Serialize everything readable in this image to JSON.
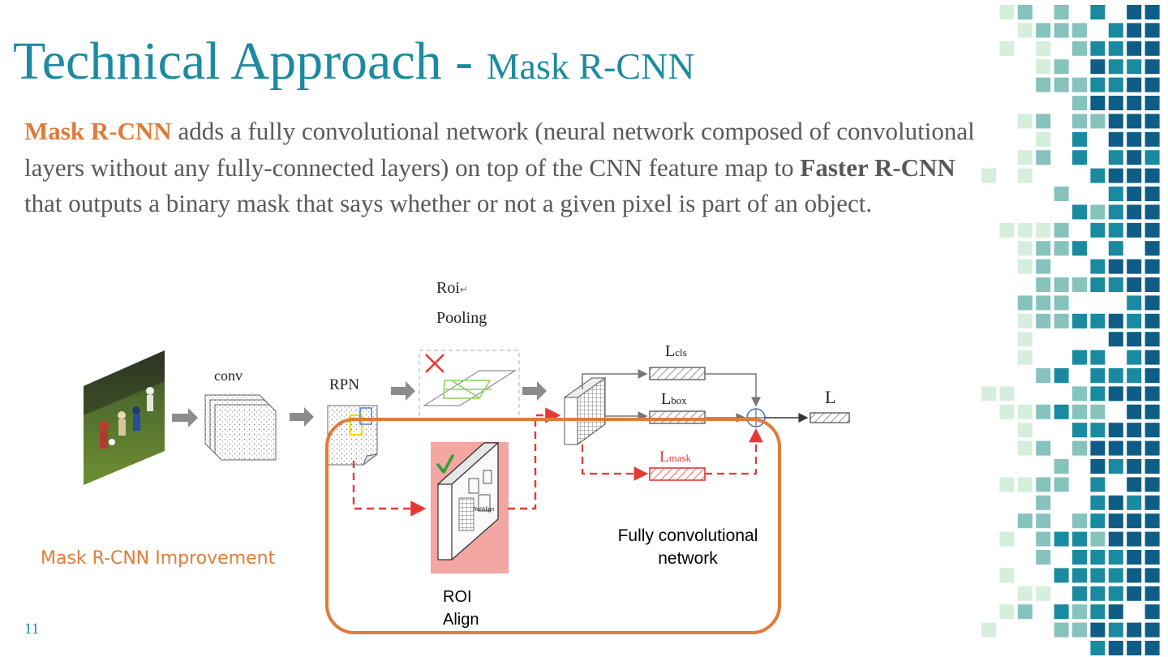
{
  "title": {
    "main": "Technical Approach - ",
    "sub": "Mask R-CNN"
  },
  "body": {
    "lead_bold": "Mask R-CNN",
    "text1": " adds a fully convolutional network (neural network composed of convolutional layers without any fully-connected layers) on top of the CNN feature map to ",
    "bold2": "Faster R-CNN",
    "text2": " that outputs a binary mask that says whether or not a given pixel is part of an object."
  },
  "diagram": {
    "roi_pooling_line1": "Roi",
    "roi_pooling_return_mark": "↵",
    "roi_pooling_line2": "Pooling",
    "conv_label": "conv",
    "rpn_label": "RPN",
    "roialign_small": "RoIAlign",
    "loss_cls_main": "L",
    "loss_cls_sub": "cls",
    "loss_box_main": "L",
    "loss_box_sub": "box",
    "loss_mask_main": "L",
    "loss_mask_sub": "mask",
    "loss_total": "L",
    "fcn_line1": "Fully convolutional",
    "fcn_line2": "network",
    "roi_align_line1": "ROI",
    "roi_align_line2": "Align",
    "colors": {
      "teal": "#1c8aa0",
      "orange": "#e07b39",
      "red": "#e53935",
      "pink": "#f3a6a2"
    }
  },
  "caption": "Mask R-CNN Improvement",
  "page_number": "11"
}
